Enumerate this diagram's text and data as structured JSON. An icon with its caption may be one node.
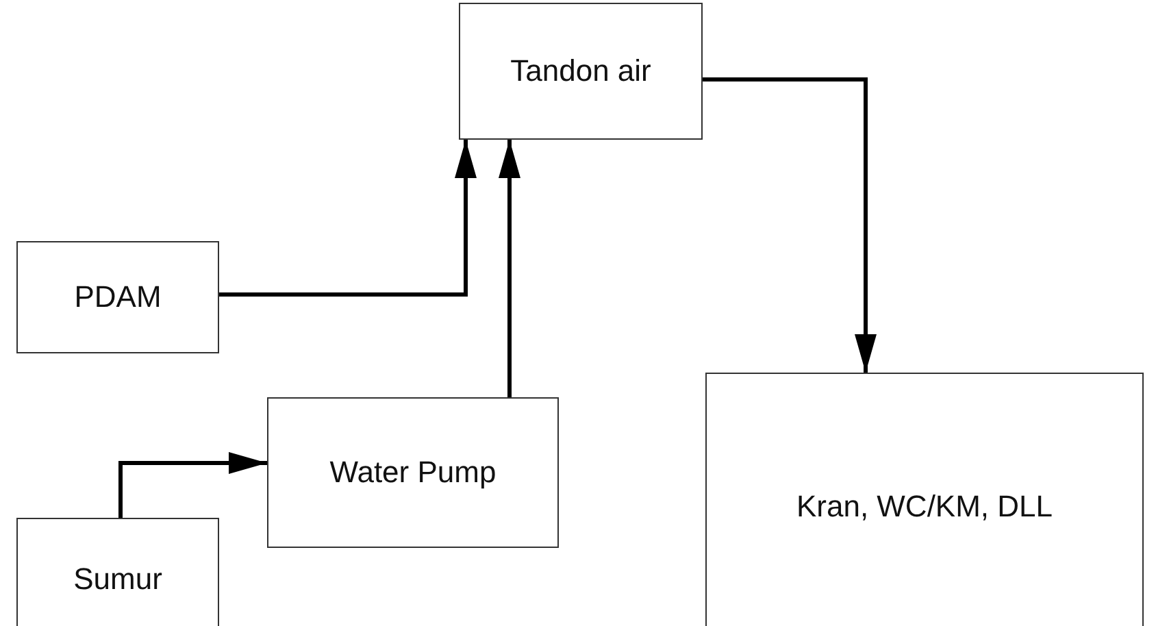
{
  "diagram": {
    "nodes": [
      {
        "text": [
          "Tandon air"
        ]
      },
      {
        "text": [
          "PDAM"
        ]
      },
      {
        "text": [
          "Water Pump"
        ]
      },
      {
        "text": [
          "Sumur"
        ]
      },
      {
        "text": [
          "Kran, WC/KM, DLL"
        ]
      }
    ],
    "edges": [
      {
        "from": 1,
        "to": 0,
        "arrow": "to"
      },
      {
        "from": 2,
        "to": 0,
        "arrow": "to"
      },
      {
        "from": 3,
        "to": 2,
        "arrow": "to"
      },
      {
        "from": 0,
        "to": 4,
        "arrow": "to"
      }
    ]
  }
}
